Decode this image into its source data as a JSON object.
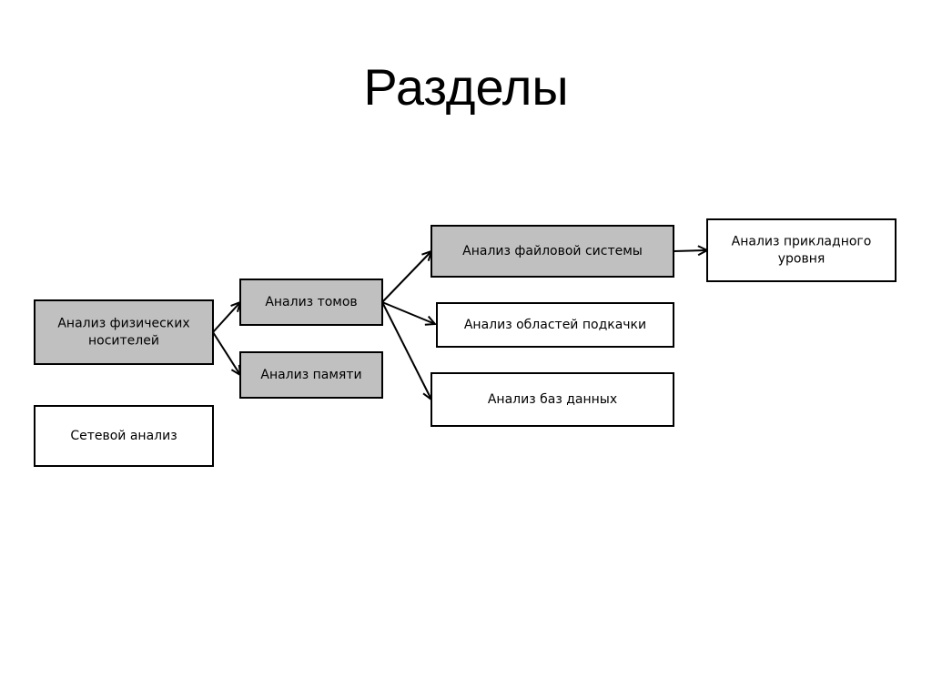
{
  "title": "Разделы",
  "colors": {
    "highlighted_fill": "#c0c0c0",
    "plain_fill": "#ffffff",
    "stroke": "#000000"
  },
  "nodes": [
    {
      "id": "physical",
      "lines": [
        "Анализ физических",
        "носителей"
      ],
      "highlighted": true
    },
    {
      "id": "network",
      "lines": [
        "Сетевой анализ"
      ],
      "highlighted": false
    },
    {
      "id": "volumes",
      "lines": [
        "Анализ томов"
      ],
      "highlighted": true
    },
    {
      "id": "memory",
      "lines": [
        "Анализ памяти"
      ],
      "highlighted": true
    },
    {
      "id": "filesystem",
      "lines": [
        "Анализ файловой системы"
      ],
      "highlighted": true
    },
    {
      "id": "swap",
      "lines": [
        "Анализ областей подкачки"
      ],
      "highlighted": false
    },
    {
      "id": "databases",
      "lines": [
        "Анализ баз данных"
      ],
      "highlighted": false
    },
    {
      "id": "application",
      "lines": [
        "Анализ прикладного",
        "уровня"
      ],
      "highlighted": false
    }
  ],
  "edges": [
    {
      "from": "physical",
      "to": "volumes"
    },
    {
      "from": "physical",
      "to": "memory"
    },
    {
      "from": "volumes",
      "to": "filesystem"
    },
    {
      "from": "volumes",
      "to": "swap"
    },
    {
      "from": "volumes",
      "to": "databases"
    },
    {
      "from": "filesystem",
      "to": "application"
    }
  ]
}
